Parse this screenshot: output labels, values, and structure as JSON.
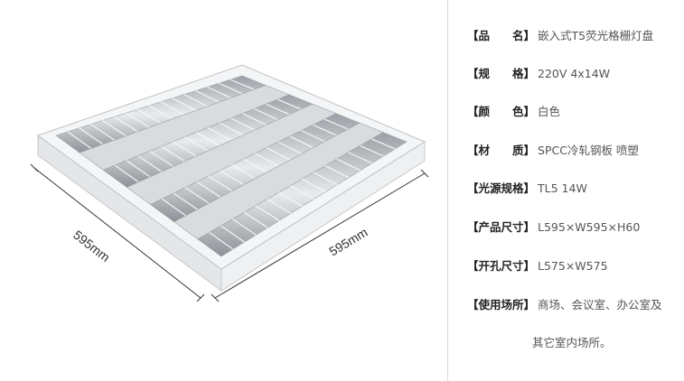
{
  "product": {
    "dimension_label_left": "595mm",
    "dimension_label_right": "595mm"
  },
  "specs": [
    {
      "label": "【品　　名】",
      "value": "嵌入式T5荧光格栅灯盘"
    },
    {
      "label": "【规　　格】",
      "value": "220V 4x14W"
    },
    {
      "label": "【颜　　色】",
      "value": "白色"
    },
    {
      "label": "【材　　质】",
      "value": "SPCC冷轧钢板 喷塑"
    },
    {
      "label": "【光源规格】",
      "value": "TL5 14W"
    },
    {
      "label": "【产品尺寸】",
      "value": "L595×W595×H60"
    },
    {
      "label": "【开孔尺寸】",
      "value": "L575×W575"
    },
    {
      "label": "【使用场所】",
      "value": "商场、会议室、办公室及"
    }
  ],
  "specs_continuation": "其它室内场所。"
}
